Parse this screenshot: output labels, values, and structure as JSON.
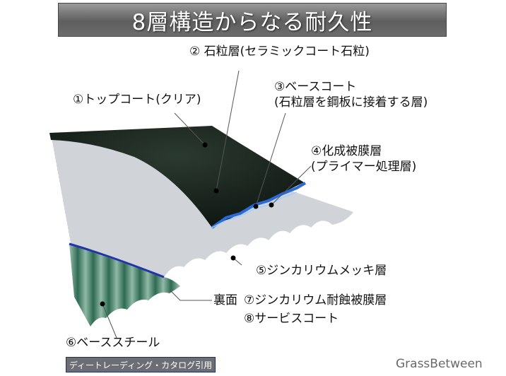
{
  "title": "8層構造からなる耐久性",
  "labels": {
    "l1": "①トップコート(クリア)",
    "l2": "② 石粒層(セラミックコート石粒)",
    "l3a": "③ベースコート",
    "l3b": "(石粒層を鋼板に接着する層)",
    "l4a": "④化成被膜層",
    "l4b": "(プライマー処理層)",
    "l5": "⑤ジンカリウムメッキ層",
    "back": "裏面",
    "l7": "⑦ジンカリウム耐蝕被膜層",
    "l8": "⑧サービスコート",
    "l6": "⑥ベーススチール"
  },
  "credit": "ディートレーディング・カタログ引用",
  "brand": "GrassBetween",
  "colors": {
    "topcoat": "#1c2620",
    "metal": "#b8bcc2",
    "green": "#3f7a62",
    "blue": "#2a58c8"
  }
}
